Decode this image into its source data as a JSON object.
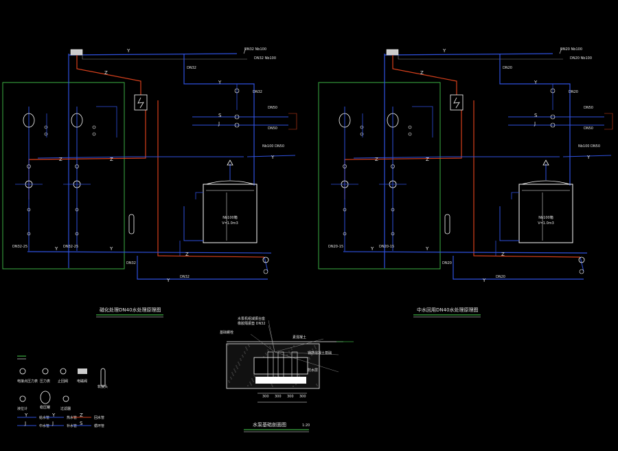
{
  "colors": {
    "background": "#000000",
    "blue": "#2f52e0",
    "red": "#d8401c",
    "green": "#3cb043",
    "white": "#e8e8e8",
    "cyan": "#30c8c8"
  },
  "left": {
    "title": "磁化处理DN40水处理原理图",
    "flow_top": "DN32 Nb100",
    "note_top": "DN32 Nb100",
    "pipe_mid": "DN32",
    "pipe_bot_in": "DN32",
    "pipe_bot_out": "DN32",
    "spec_a": "DN32-25",
    "spec_b": "DN32-25",
    "tank_label": "Nb100箱",
    "tank_vol": "V=1.0m3",
    "branch_1": "DN50",
    "branch_2": "DN50",
    "branch_3": "DN32",
    "flow_mid": "Nb100 DN50"
  },
  "right": {
    "title": "中水回用DN40水处理原理图",
    "flow_top": "DN20 Nb100",
    "note_top": "DN20 Nb100",
    "pipe_mid": "DN20",
    "pipe_bot_in": "DN20",
    "pipe_bot_out": "DN20",
    "spec_a": "DN20-15",
    "spec_b": "DN20-15",
    "tank_label": "Nb100箱",
    "tank_vol": "V=1.0m3",
    "branch_1": "DN50",
    "branch_2": "DN50",
    "branch_3": "DN20",
    "flow_mid": "Nb100 DN50"
  },
  "letters": {
    "y": "Y",
    "z": "Z",
    "j": "J",
    "s": "S"
  },
  "section": {
    "title": "水泵基础剖面图",
    "scale": "1:20",
    "notes": [
      "水泵机组减振台座",
      "橡胶隔振垫 DN32",
      "基础螺栓",
      "素混凝土",
      "钢筋混凝土基础",
      "防水层"
    ],
    "dims": [
      "300",
      "300",
      "300",
      "300"
    ]
  },
  "legend": {
    "labels": [
      "电接点压力表",
      "压力表",
      "止回阀",
      "电磁阀",
      "液位计",
      "稳压罐",
      "过滤器",
      "软接头"
    ],
    "lines": [
      "给水管",
      "热水管",
      "回水管",
      "中水管",
      "补水管",
      "循环管"
    ]
  }
}
